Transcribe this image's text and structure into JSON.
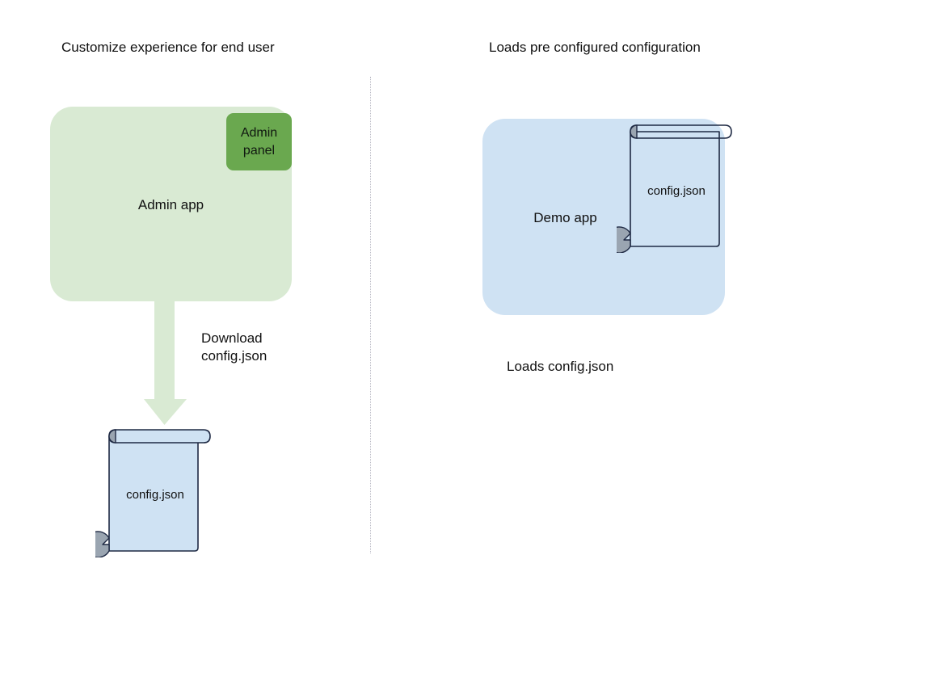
{
  "diagram": {
    "background": "#ffffff",
    "columns": {
      "left": {
        "heading": "Customize experience for end user",
        "app_box": {
          "label": "Admin app",
          "fill": "#d9ead3"
        },
        "panel_button": {
          "label": "Admin panel",
          "fill": "#6aa84f"
        },
        "arrow": {
          "label_line1": "Download",
          "label_line2": "config.json",
          "fill": "#d9ead3",
          "direction": "down"
        },
        "document": {
          "label": "config.json",
          "fill": "#cfe2f3",
          "stroke": "#1f2a44",
          "curl_fill": "#9aa5b1"
        }
      },
      "right": {
        "heading": "Loads pre configured configuration",
        "app_box": {
          "label": "Demo app",
          "fill": "#cfe2f3"
        },
        "document": {
          "label": "config.json",
          "fill": "none",
          "stroke": "#1f2a44",
          "curl_fill": "#9aa5b1"
        },
        "caption": "Loads config.json"
      }
    },
    "divider": {
      "style": "dotted",
      "color": "#b9b9c4"
    }
  }
}
